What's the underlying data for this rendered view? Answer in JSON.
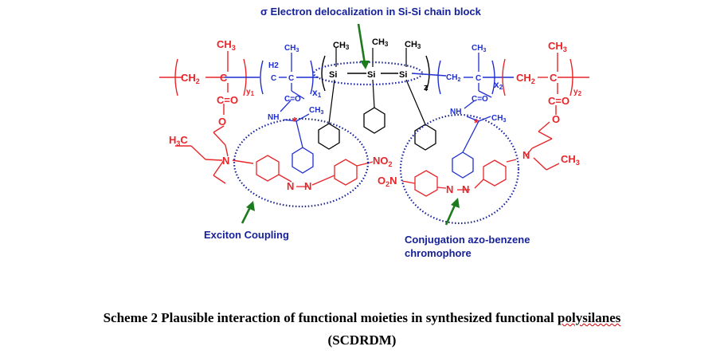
{
  "colors": {
    "red": "#e8262a",
    "blue": "#1f2fd0",
    "black": "#000000",
    "green": "#1d7a1d",
    "label_blue": "#16219a"
  },
  "labels": {
    "top": "σ Electron delocalization in Si-Si chain block",
    "exciton": "Exciton Coupling",
    "conj_line1": "Conjugation azo-benzene",
    "conj_line2": "chromophore"
  },
  "chem": {
    "ch3": "CH",
    "ch3_sub": "3",
    "h2": "H2",
    "ch2": "CH",
    "ch2_sub": "2",
    "c": "C",
    "o": "O",
    "n": "N",
    "nh": "NH",
    "si": "Si",
    "h3c": "H",
    "h3c_sub": "3",
    "h3c_end": "C",
    "no2": "NO",
    "no2_sub": "2",
    "o2n_o": "O",
    "o2n_sub": "2",
    "o2n_n": "N",
    "x1": "x",
    "x1_sub": "1",
    "x2": "x",
    "x2_sub": "2",
    "y1": "y",
    "y1_sub": "1",
    "y2": "y",
    "y2_sub": "2",
    "z": "z",
    "star": "*",
    "c_eq_o": "C=O"
  },
  "caption": {
    "line1_main": "Scheme 2 Plausible interaction of functional moieties in synthesized functional ",
    "line1_word": "polysilanes",
    "line2": "(SCDRDM)"
  }
}
